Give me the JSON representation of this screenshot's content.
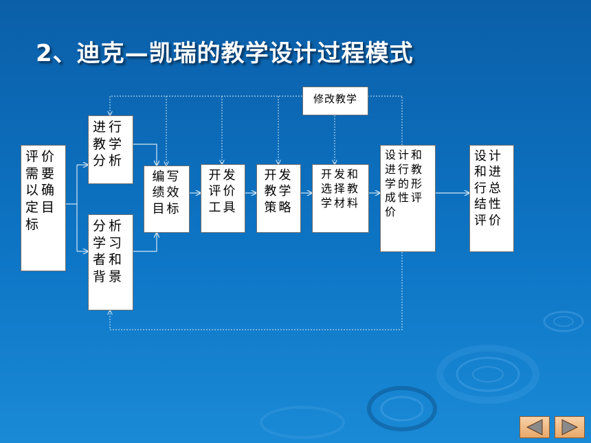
{
  "title": "2、迪克—凯瑞的教学设计过程模式",
  "boxes": {
    "assess_needs": "评价需要以确定目标",
    "instructional_analysis": "进行教学分析",
    "learner_analysis": "分析学习者和背景",
    "write_objectives": "编写绩效目标",
    "develop_assessment": "开发评价工具",
    "develop_strategy": "开发教学策略",
    "develop_materials": "开发和选择教学材料",
    "formative_evaluation": "设计和进行教学的形成性评价",
    "summative_evaluation": "设计和进行总结性评价",
    "revise_instruction": "修改教学"
  },
  "colors": {
    "background": "#0d74c4",
    "box_fill": "#ffffff",
    "connector": "#d6e8f6",
    "nav_button": "#e8a86a"
  },
  "nav": {
    "prev_icon": "triangle-left-icon",
    "next_icon": "triangle-right-icon"
  }
}
